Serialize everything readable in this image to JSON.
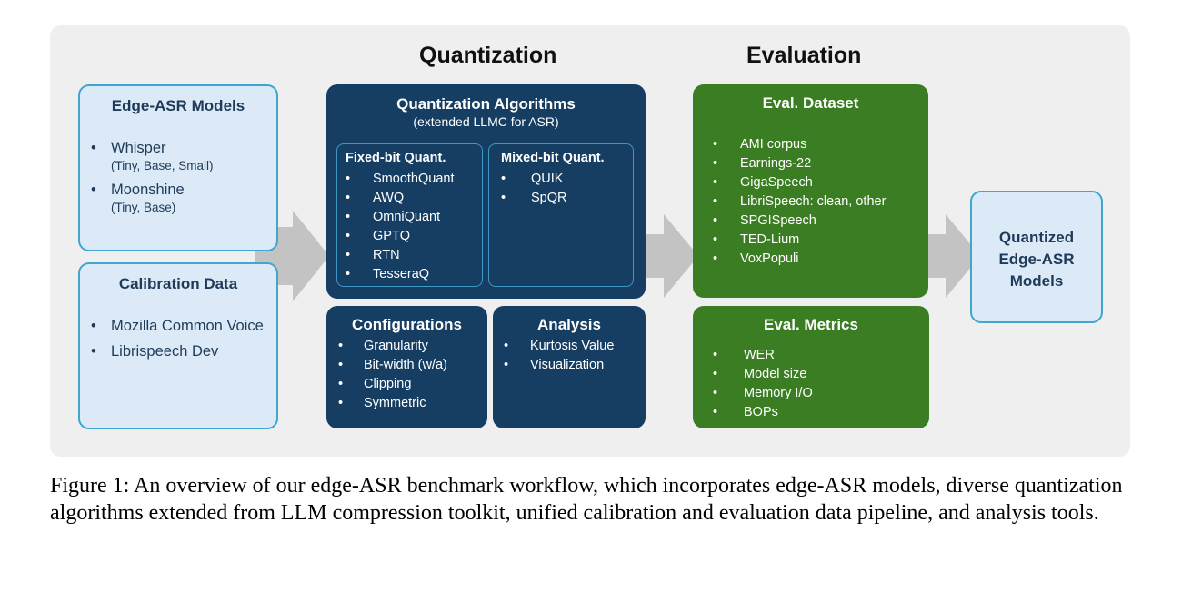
{
  "sections": {
    "quantization": "Quantization",
    "evaluation": "Evaluation"
  },
  "edge_models": {
    "title": "Edge-ASR Models",
    "items": [
      {
        "name": "Whisper",
        "note": "(Tiny, Base, Small)"
      },
      {
        "name": "Moonshine",
        "note": "(Tiny, Base)"
      }
    ]
  },
  "calibration": {
    "title": "Calibration Data",
    "items": [
      "Mozilla Common Voice",
      "Librispeech Dev"
    ]
  },
  "algorithms": {
    "title": "Quantization Algorithms",
    "subtitle": "(extended LLMC for ASR)",
    "fixed": {
      "title": "Fixed-bit Quant.",
      "items": [
        "SmoothQuant",
        "AWQ",
        "OmniQuant",
        "GPTQ",
        "RTN",
        "TesseraQ"
      ]
    },
    "mixed": {
      "title": "Mixed-bit Quant.",
      "items": [
        "QUIK",
        "SpQR"
      ]
    }
  },
  "configurations": {
    "title": "Configurations",
    "items": [
      "Granularity",
      "Bit-width (w/a)",
      "Clipping",
      "Symmetric"
    ]
  },
  "analysis": {
    "title": "Analysis",
    "items": [
      "Kurtosis Value",
      "Visualization"
    ]
  },
  "eval_dataset": {
    "title": "Eval. Dataset",
    "items": [
      "AMI corpus",
      "Earnings-22",
      "GigaSpeech",
      "LibriSpeech: clean, other",
      "SPGISpeech",
      "TED-Lium",
      "VoxPopuli"
    ]
  },
  "eval_metrics": {
    "title": "Eval. Metrics",
    "items": [
      "WER",
      "Model size",
      "Memory I/O",
      "BOPs"
    ]
  },
  "output": {
    "line1": "Quantized",
    "line2": "Edge-ASR",
    "line3": "Models"
  },
  "caption": "Figure 1: An overview of our edge-ASR benchmark workflow, which incorporates edge-ASR models, diverse quantization algorithms extended from LLM compression toolkit, unified calibration and evaluation data pipeline, and analysis tools.",
  "colors": {
    "navy": "#163e63",
    "green": "#3a7d22",
    "light_blue": "#dbeaf6",
    "border_blue": "#3ea6cf",
    "arrow_gray": "#c3c3c3"
  }
}
